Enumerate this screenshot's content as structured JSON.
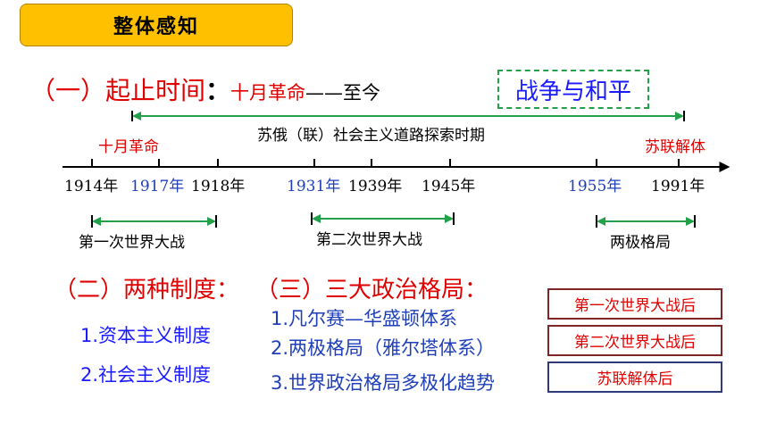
{
  "title": "整体感知",
  "section1": {
    "marker": "（一）起止时间",
    "colon": "：",
    "start": "十月革命",
    "dash": "——",
    "end": "至今",
    "theme": "战争与和平"
  },
  "timeline": {
    "span_label": "苏俄（联）社会主义道路探索时期",
    "start_event": "十月革命",
    "end_event": "苏联解体",
    "years": [
      {
        "label": "1914年",
        "highlight": false
      },
      {
        "label": "1917年",
        "highlight": true
      },
      {
        "label": "1918年",
        "highlight": false
      },
      {
        "label": "1931年",
        "highlight": true
      },
      {
        "label": "1939年",
        "highlight": false
      },
      {
        "label": "1945年",
        "highlight": false
      },
      {
        "label": "1955年",
        "highlight": true
      },
      {
        "label": "1991年",
        "highlight": false
      }
    ],
    "periods": [
      "第一次世界大战",
      "第二次世界大战",
      "两极格局"
    ]
  },
  "section2": {
    "heading": "（二）两种制度：",
    "items": [
      "1.资本主义制度",
      "2.社会主义制度"
    ]
  },
  "section3": {
    "heading": "（三）三大政治格局：",
    "items": [
      "1.凡尔赛—华盛顿体系",
      "2.两极格局（雅尔塔体系）",
      "3.世界政治格局多极化趋势"
    ]
  },
  "stage_boxes": [
    "第一次世界大战后",
    "第二次世界大战后",
    "苏联解体后"
  ],
  "colors": {
    "red": "#e00000",
    "blue": "#1f3fb8",
    "green": "#22a04a",
    "title_bg": "#ffc000"
  }
}
